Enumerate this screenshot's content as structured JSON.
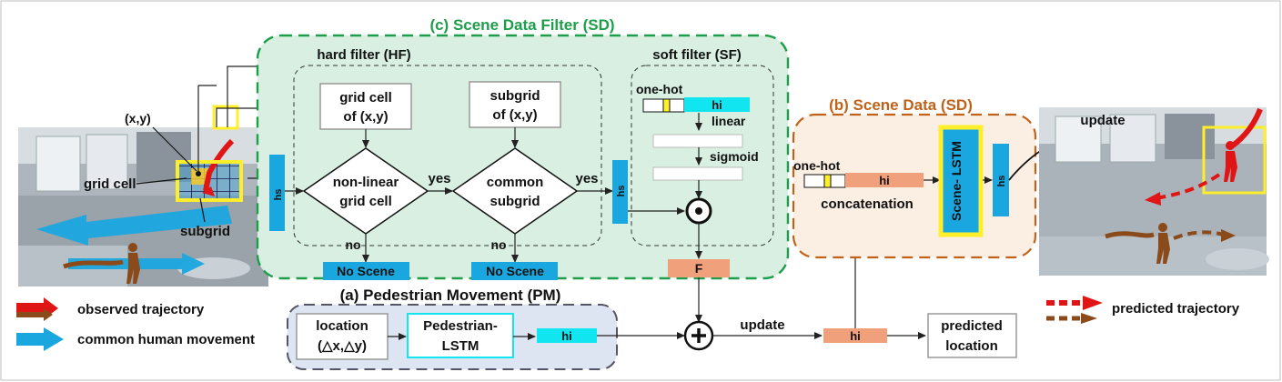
{
  "colors": {
    "sd_green": "#1e9e4a",
    "sd_fill": "#d8efe2",
    "scene_orange": "#c0621a",
    "scene_fill": "#fbeee3",
    "pm_border": "#555566",
    "pm_fill": "#dde5f2",
    "cyan": "#1aa7df",
    "cyan_bright": "#11e5f0",
    "salmon": "#f0a07a",
    "red": "#e01616",
    "brown": "#8a4a1a",
    "yellow": "#ffef2a"
  },
  "sd_title": "(c) Scene Data Filter (SD)",
  "hf": {
    "title": "hard filter (HF)",
    "grid_cell_box": [
      "grid cell",
      "of (x,y)"
    ],
    "subgrid_box": [
      "subgrid",
      "of (x,y)"
    ],
    "diamond1": [
      "non-linear",
      "grid cell"
    ],
    "diamond2": [
      "common",
      "subgrid"
    ],
    "yes1": "yes",
    "yes2": "yes",
    "no1": "no",
    "no2": "no",
    "no_scene1": "No Scene",
    "no_scene2": "No Scene"
  },
  "sf": {
    "title": "soft filter (SF)",
    "one_hot": "one-hot",
    "hi": "hi",
    "linear": "linear",
    "sigmoid": "sigmoid",
    "f_label": "F"
  },
  "hs_label": "hs",
  "left": {
    "xy_label": "(x,y)",
    "grid_cell_label": "grid cell",
    "subgrid_label": "subgrid"
  },
  "legend_left": [
    {
      "label": "observed trajectory",
      "icon": "red-arrow-icon"
    },
    {
      "label": "common human movement",
      "icon": "blue-arrow-icon"
    }
  ],
  "scene_data": {
    "title": "(b) Scene Data (SD)",
    "one_hot": "one-hot",
    "hi": "hi",
    "concatenation": "concatenation",
    "lstm": "Scene- LSTM",
    "hs": "hs"
  },
  "right": {
    "update": "update",
    "predicted_legend": "predicted trajectory"
  },
  "pm": {
    "title": "(a) Pedestrian Movement (PM)",
    "location": [
      "location",
      "(△x,△y)"
    ],
    "lstm": [
      "Pedestrian-",
      "LSTM"
    ],
    "hi": "hi"
  },
  "bottom": {
    "update": "update",
    "hi": "hi",
    "plus": "+",
    "predicted": [
      "predicted",
      "location"
    ]
  }
}
